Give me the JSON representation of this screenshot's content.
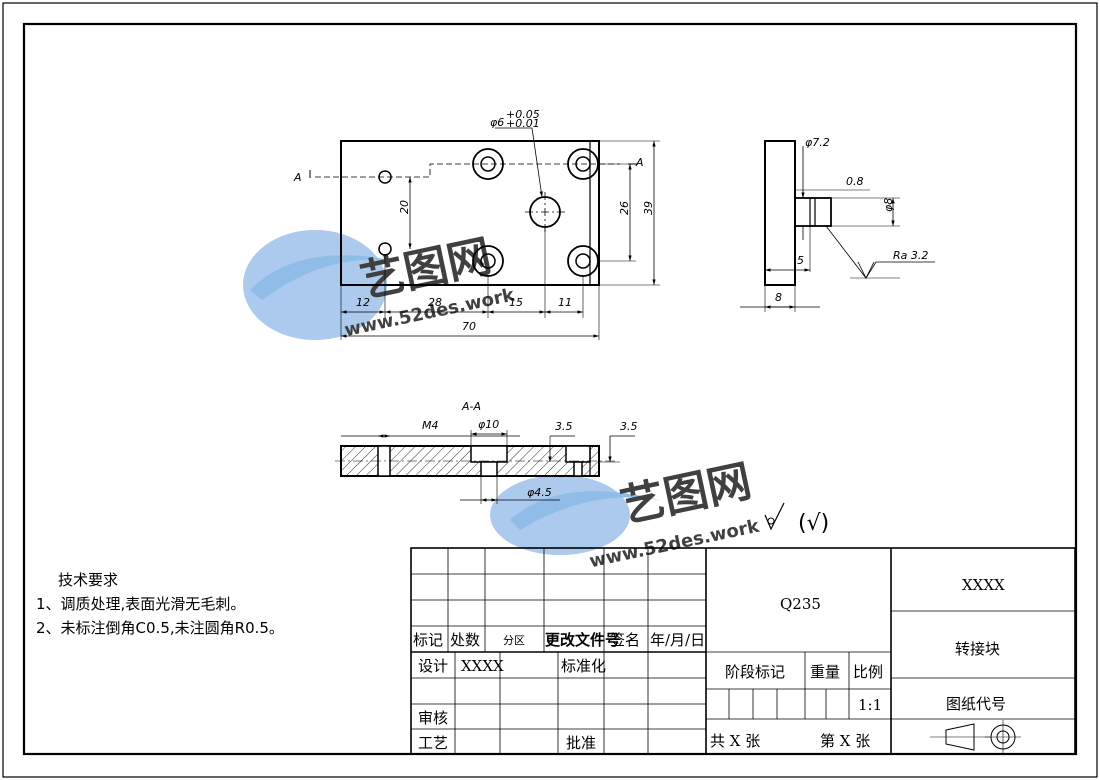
{
  "drawing": {
    "views": {
      "section_label": "A-A",
      "cut_mark_left": "A",
      "cut_mark_right": "A"
    },
    "dimensions": {
      "hole_dia": "φ6",
      "hole_tol_upper": "+0.05",
      "hole_tol_lower": "+0.01",
      "d20": "20",
      "d26": "26",
      "d39": "39",
      "d12": "12",
      "d28": "28",
      "d15": "15",
      "d11": "11",
      "d70": "70",
      "d72": "φ7.2",
      "d08": "0.8",
      "d8dia": "φ8",
      "d5": "5",
      "d8": "8",
      "roughness": "Ra 3.2",
      "m4": "M4",
      "d10": "φ10",
      "d35a": "3.5",
      "d35b": "3.5",
      "d45": "φ4.5"
    },
    "roughness_note": "(√)",
    "watermark": {
      "text": "艺图网",
      "url": "www.52des.work"
    }
  },
  "tech_notes": {
    "title": "技术要求",
    "items": [
      "1、调质处理,表面光滑无毛刺。",
      "2、未标注倒角C0.5,未注圆角R0.5。"
    ]
  },
  "title_block": {
    "labels": {
      "mark": "标记",
      "count": "处数",
      "zone": "分区",
      "change_doc": "更改文件号",
      "sign": "签名",
      "date": "年/月/日",
      "design": "设计",
      "designer": "XXXX",
      "standardize": "标准化",
      "review": "审核",
      "process": "工艺",
      "approve": "批准",
      "stage_mark": "阶段标记",
      "weight": "重量",
      "ratio": "比例",
      "total": "共 X 张",
      "page": "第 X 张"
    },
    "material": "Q235",
    "company": "XXXX",
    "part_name": "转接块",
    "drawing_no": "图纸代号",
    "scale": "1:1"
  }
}
